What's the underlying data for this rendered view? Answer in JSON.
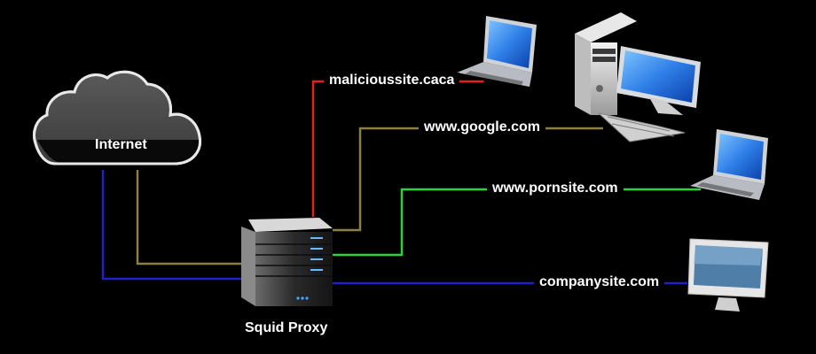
{
  "nodes": {
    "internet": "Internet",
    "proxy": "Squid Proxy"
  },
  "destinations": [
    {
      "label": "malicioussite.caca",
      "color": "#e0221f"
    },
    {
      "label": "www.google.com",
      "color": "#8c7f45"
    },
    {
      "label": "www.pornsite.com",
      "color": "#2ed23a"
    },
    {
      "label": "companysite.com",
      "color": "#1d22c9"
    }
  ],
  "uplinks": {
    "internet_to_proxy_tan": "#8c7f45",
    "internet_to_proxy_blue": "#1d22c9"
  },
  "icons": [
    "cloud-icon",
    "server-icon",
    "laptop-icon",
    "desktop-computer-icon",
    "laptop-icon",
    "imac-icon"
  ]
}
